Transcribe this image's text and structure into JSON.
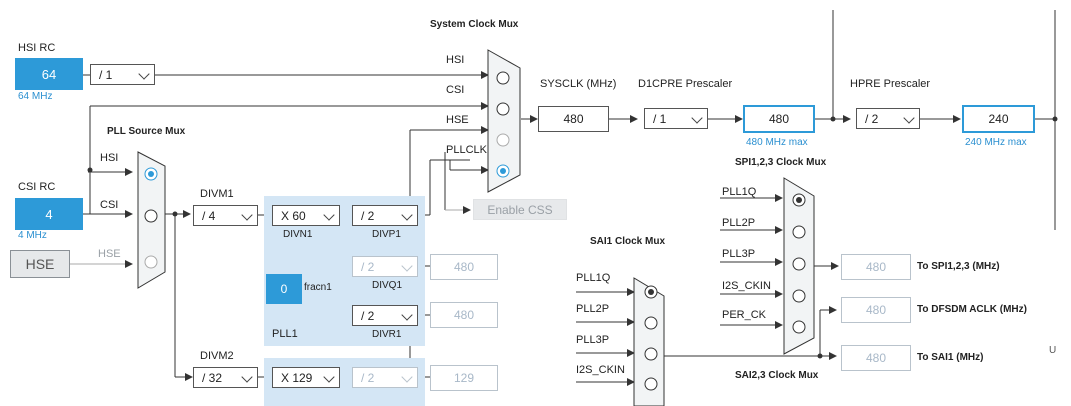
{
  "hsi_rc": {
    "title": "HSI RC",
    "value": "64",
    "freq": "64 MHz",
    "divider": "/ 1"
  },
  "csi_rc": {
    "title": "CSI RC",
    "value": "4",
    "freq": "4 MHz"
  },
  "hse": {
    "label": "HSE",
    "line_label": "HSE"
  },
  "pll_source_mux": {
    "title": "PLL Source Mux",
    "in_hsi": "HSI",
    "in_csi": "CSI"
  },
  "system_clock_mux": {
    "title": "System Clock Mux",
    "in_hsi": "HSI",
    "in_csi": "CSI",
    "in_hse": "HSE",
    "in_pllclk": "PLLCLK"
  },
  "enable_css": "Enable CSS",
  "sysclk": {
    "label": "SYSCLK (MHz)",
    "value": "480"
  },
  "d1cpre": {
    "label": "D1CPRE Prescaler",
    "value": "/ 1"
  },
  "cpu_clk": {
    "value": "480",
    "max": "480 MHz max"
  },
  "hpre": {
    "label": "HPRE Prescaler",
    "value": "/ 2"
  },
  "hclk": {
    "value": "240",
    "max": "240 MHz max"
  },
  "pll1": {
    "divm_label": "DIVM1",
    "divm": "/ 4",
    "divn": "X 60",
    "divn_label": "DIVN1",
    "divp": "/ 2",
    "divp_label": "DIVP1",
    "divq": "/ 2",
    "divq_label": "DIVQ1",
    "q_out": "480",
    "divr": "/ 2",
    "divr_label": "DIVR1",
    "r_out": "480",
    "fracn": "0",
    "fracn_label": "fracn1",
    "name": "PLL1"
  },
  "pll2": {
    "divm_label": "DIVM2",
    "divm": "/ 32",
    "divn": "X 129",
    "divp": "/ 2",
    "p_out": "129"
  },
  "sai1_mux": {
    "title": "SAI1 Clock Mux",
    "inputs": [
      "PLL1Q",
      "PLL2P",
      "PLL3P",
      "I2S_CKIN"
    ]
  },
  "spi123_mux": {
    "title": "SPI1,2,3 Clock Mux",
    "inputs": [
      "PLL1Q",
      "PLL2P",
      "PLL3P",
      "I2S_CKIN",
      "PER_CK"
    ]
  },
  "sai23_mux": {
    "title": "SAI2,3 Clock Mux"
  },
  "outputs": [
    {
      "value": "480",
      "label": "To SPI1,2,3 (MHz)"
    },
    {
      "value": "480",
      "label": "To DFSDM ACLK (MHz)"
    },
    {
      "value": "480",
      "label": "To SAI1 (MHz)"
    }
  ],
  "edge_letter": "U",
  "colors": {
    "accent": "#2d9ad8",
    "panel": "#d4e6f5"
  }
}
